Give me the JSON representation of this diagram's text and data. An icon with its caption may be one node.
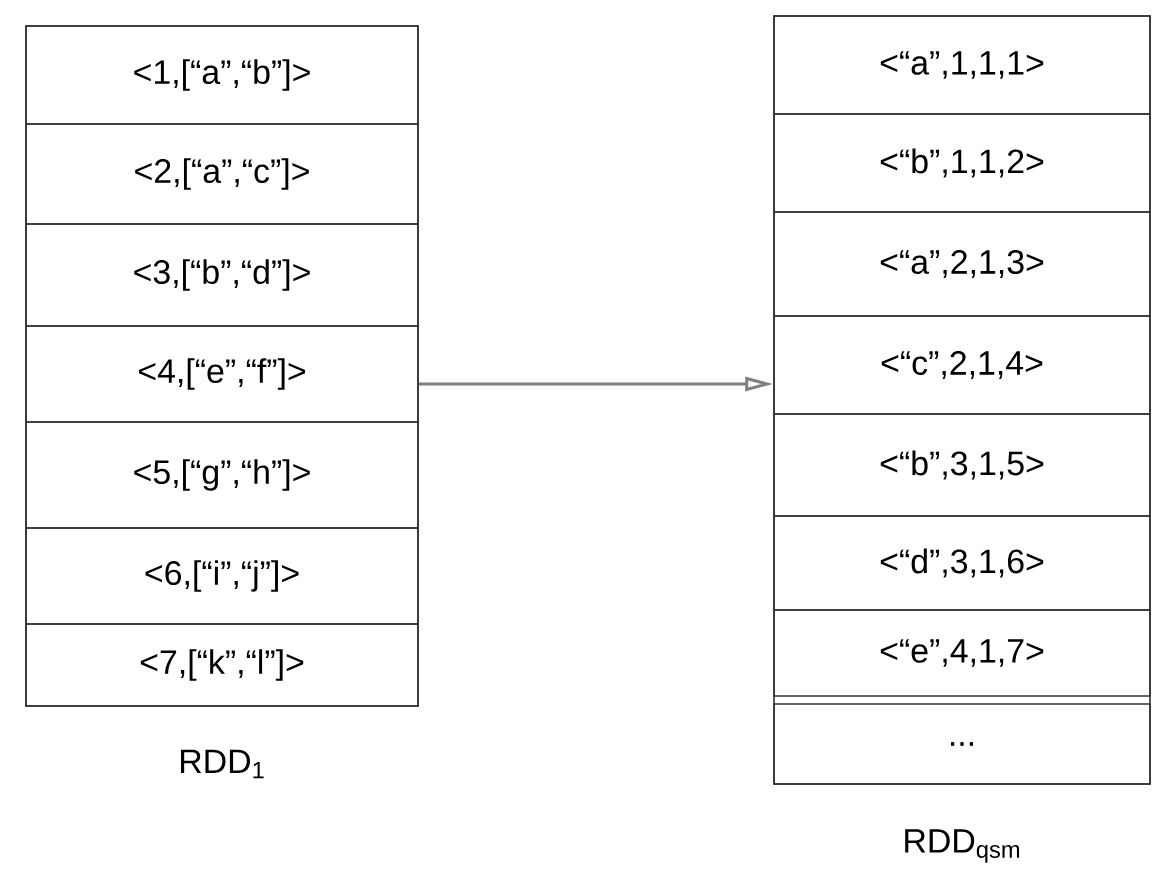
{
  "diagram": {
    "nodes": [
      {
        "text": [],
        "shape": "box",
        "beside": [
          "RDD$_{1}$"
        ]
      },
      {
        "text": [
          "<1,[“a”,“b”]>"
        ],
        "in": 0
      },
      {
        "text": [
          "<2,[“a”,“c”]>"
        ],
        "in": 0
      },
      {
        "text": [
          "<3,[“b”,“d”]>"
        ],
        "in": 0
      },
      {
        "text": [
          "<4,[“e”,“f”]>"
        ],
        "in": 0
      },
      {
        "text": [
          "<5,[“g”,“h”]>"
        ],
        "in": 0
      },
      {
        "text": [
          "<6,[“i”,“j”]>"
        ],
        "in": 0
      },
      {
        "text": [
          "<7,[“k”,“l”]>"
        ],
        "in": 0
      },
      {
        "text": [],
        "shape": "box",
        "beside": [
          "RDD$_{qsm}$"
        ]
      },
      {
        "text": [
          "<“a”,1,1,1>"
        ],
        "in": 8
      },
      {
        "text": [
          "<“b”,1,1,2>"
        ],
        "in": 8
      },
      {
        "text": [
          "<“a”,2,1,3>"
        ],
        "in": 8
      },
      {
        "text": [
          "<“c”,2,1,4>"
        ],
        "in": 8
      },
      {
        "text": [
          "<“b”,3,1,5>"
        ],
        "in": 8
      },
      {
        "text": [
          "<“d”,3,1,6>"
        ],
        "in": 8
      },
      {
        "text": [
          "<“e”,4,1,7>"
        ],
        "in": 8
      },
      {
        "text": [
          "..."
        ],
        "in": 8
      }
    ],
    "edges": [
      {
        "from": 0,
        "to": 8,
        "arrow": "to",
        "color": "#7f7f7f"
      }
    ]
  }
}
